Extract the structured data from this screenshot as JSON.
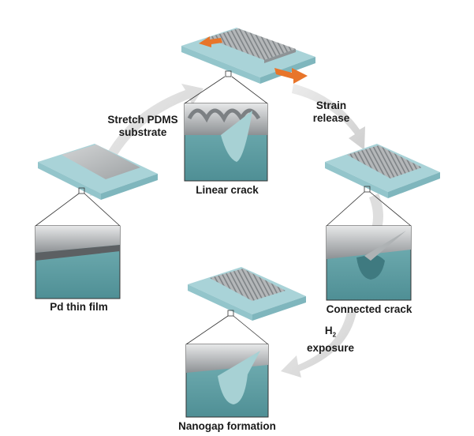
{
  "labels": {
    "stretch_line1": "Stretch PDMS",
    "stretch_line2": "substrate",
    "strain_line1": "Strain",
    "strain_line2": "release",
    "linear_crack": "Linear crack",
    "pd_thin_film": "Pd thin film",
    "connected_crack": "Connected crack",
    "h2_symbol": "H",
    "h2_subscript": "2",
    "exposure": "exposure",
    "nanogap_formation": "Nanogap formation"
  },
  "colors": {
    "substrate": "#a9d3d8",
    "substrate_edge": "#7fb6bd",
    "film": "#b9bcbe",
    "film_dark": "#8e9396",
    "cycle_arrow": "#dcdcdc",
    "strain_arrow": "#e8752a",
    "pdms_inset": "#6aa8ad",
    "text": "#1a1a1a"
  }
}
